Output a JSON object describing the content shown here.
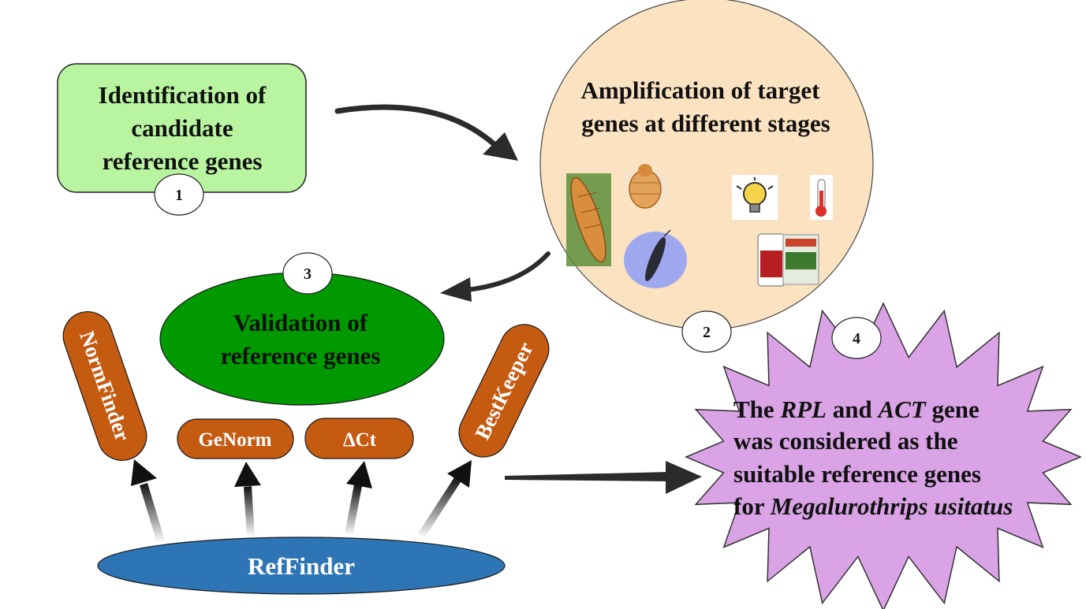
{
  "step1": {
    "lines": [
      "Identification of",
      "candidate",
      "reference genes"
    ],
    "number": "1",
    "fill": "#b9f5a1"
  },
  "step2": {
    "lines": [
      "Amplification of target",
      "genes at different stages"
    ],
    "number": "2",
    "fill": "#fbe3c1",
    "icons": [
      "larva-icon",
      "nymph-icon",
      "adult-thrips-icon",
      "light-bulb-icon",
      "thermometer-icon",
      "insecticide-icon"
    ]
  },
  "step3": {
    "lines": [
      "Validation of",
      "reference genes"
    ],
    "number": "3",
    "fill": "#009900"
  },
  "algorithms": {
    "normfinder": "NormFinder",
    "genorm": "GeNorm",
    "delta_ct": "ΔCt",
    "bestkeeper": "BestKeeper",
    "fill": "#c55a11"
  },
  "reffinder": {
    "label": "RefFinder",
    "fill": "#2e75b6"
  },
  "step4": {
    "number": "4",
    "fill": "#d9a3e6",
    "line1": {
      "pre": "The ",
      "i1": "RPL",
      "mid": " and ",
      "i2": "ACT",
      "post": " gene"
    },
    "line2": "was considered as the",
    "line3": "suitable reference genes",
    "line4": {
      "pre": "for ",
      "italic": "Megalurothrips usitatus"
    }
  }
}
